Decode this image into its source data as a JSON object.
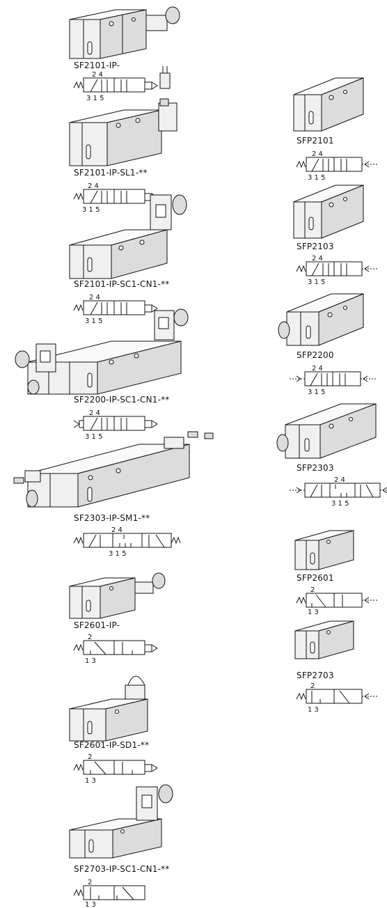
{
  "models_left": [
    {
      "name": "SF2101-IP-",
      "ports_top": "2 4",
      "ports_bottom": "3 1 5"
    },
    {
      "name": "SF2101-IP-SL1-**",
      "ports_top": "2 4",
      "ports_bottom": "3 1 5"
    },
    {
      "name": "SF2101-IP-SC1-CN1-**",
      "ports_top": "2 4",
      "ports_bottom": "3 1 5"
    },
    {
      "name": "SF2200-IP-SC1-CN1-**",
      "ports_top": "2 4",
      "ports_bottom": "3 1 5"
    },
    {
      "name": "SF2303-IP-SM1-**",
      "ports_top": "2 4",
      "ports_bottom": "3 1 5"
    },
    {
      "name": "SF2601-IP-",
      "ports_top": "2",
      "ports_bottom": "1 3"
    },
    {
      "name": "SF2601-IP-SD1-**",
      "ports_top": "2",
      "ports_bottom": "1 3"
    },
    {
      "name": "SF2703-IP-SC1-CN1-**",
      "ports_top": "2",
      "ports_bottom": "1 3"
    }
  ],
  "models_right": [
    {
      "name": "SFP2101",
      "ports_top": "2 4",
      "ports_bottom": "3 1 5"
    },
    {
      "name": "SFP2103",
      "ports_top": "2 4",
      "ports_bottom": "3 1 5"
    },
    {
      "name": "SFP2200",
      "ports_top": "2 4",
      "ports_bottom": "3 1 5"
    },
    {
      "name": "SFP2303",
      "ports_top": "2 4",
      "ports_bottom": "3 1 5"
    },
    {
      "name": "SFP2601",
      "ports_top": "2",
      "ports_bottom": "1 3"
    },
    {
      "name": "SFP2703",
      "ports_top": "2",
      "ports_bottom": "1 3"
    }
  ]
}
